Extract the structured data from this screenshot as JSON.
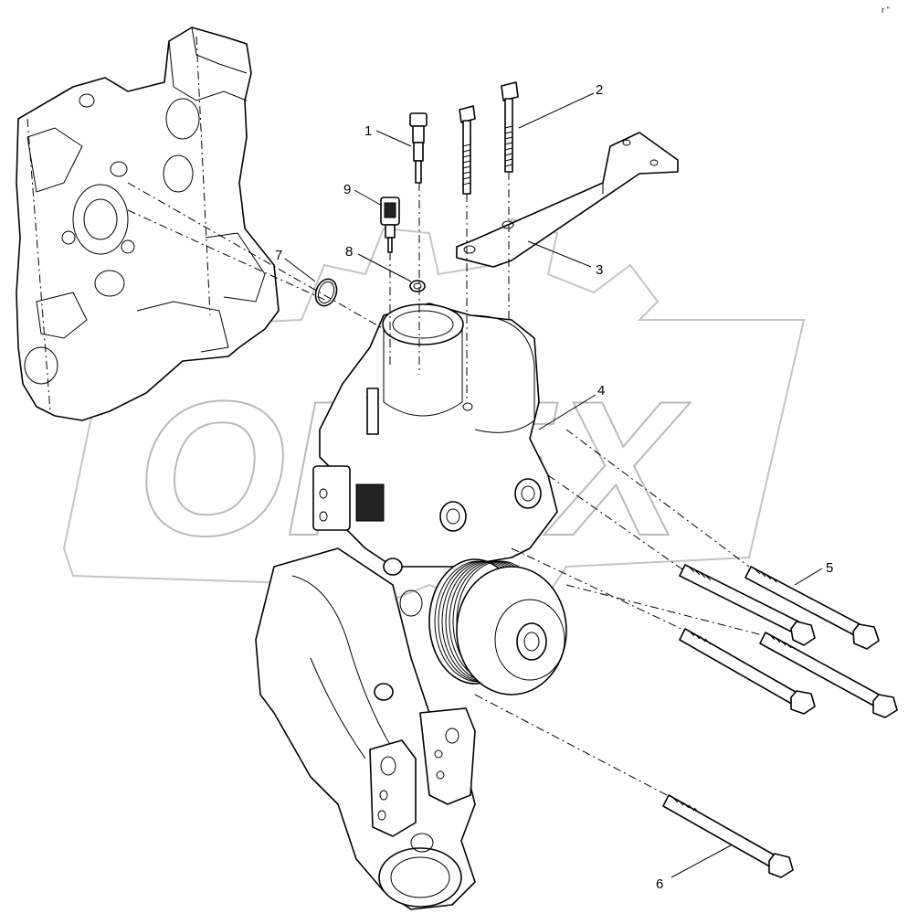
{
  "watermark": "OREX",
  "corner_mark": "r ''",
  "callouts": [
    {
      "id": "1",
      "label": "1"
    },
    {
      "id": "2",
      "label": "2"
    },
    {
      "id": "3",
      "label": "3"
    },
    {
      "id": "4",
      "label": "4"
    },
    {
      "id": "5",
      "label": "5"
    },
    {
      "id": "6",
      "label": "6"
    },
    {
      "id": "7",
      "label": "7"
    },
    {
      "id": "8",
      "label": "8"
    },
    {
      "id": "9",
      "label": "9"
    }
  ]
}
